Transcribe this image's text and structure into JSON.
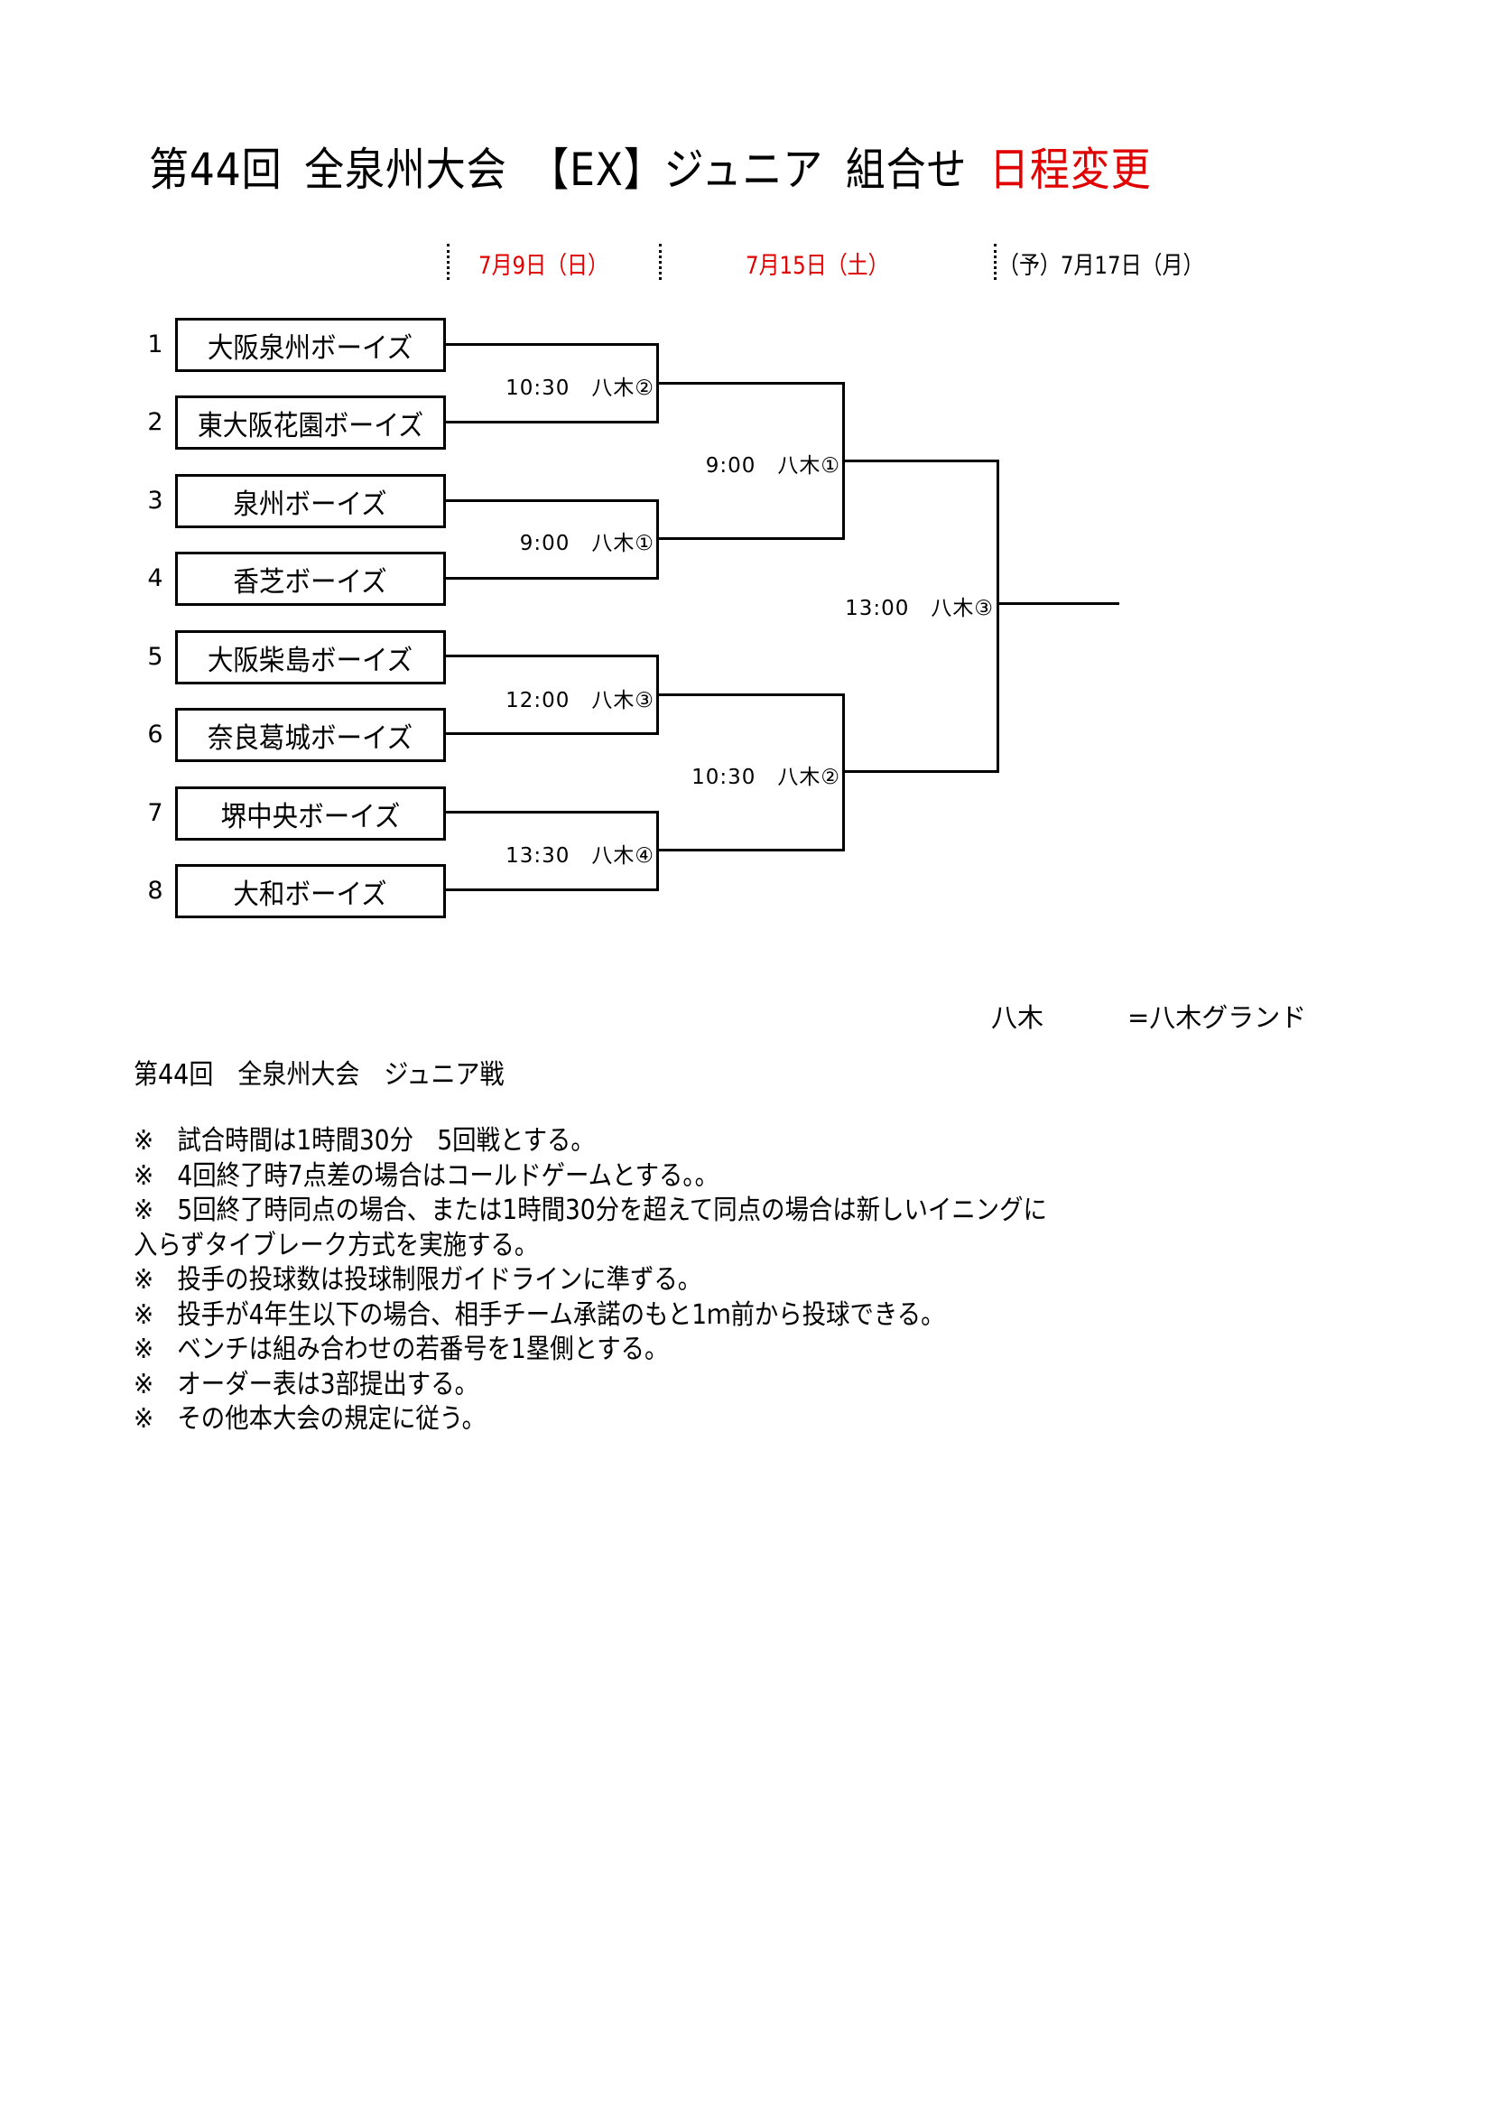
{
  "header": {
    "title_parts": [
      "第44回",
      "全泉州大会",
      "【EX】ジュニア",
      "組合せ"
    ],
    "title_highlight": "日程変更",
    "highlight_color": "#e00000"
  },
  "schedule": {
    "round1_date": "7月9日（日）",
    "round2_date": "7月15日（土）",
    "final_date": "（予）7月17日（月）"
  },
  "teams": [
    {
      "seed": "1",
      "name": "大阪泉州ボーイズ"
    },
    {
      "seed": "2",
      "name": "東大阪花園ボーイズ"
    },
    {
      "seed": "3",
      "name": "泉州ボーイズ"
    },
    {
      "seed": "4",
      "name": "香芝ボーイズ"
    },
    {
      "seed": "5",
      "name": "大阪柴島ボーイズ"
    },
    {
      "seed": "6",
      "name": "奈良葛城ボーイズ"
    },
    {
      "seed": "7",
      "name": "堺中央ボーイズ"
    },
    {
      "seed": "8",
      "name": "大和ボーイズ"
    }
  ],
  "matches": {
    "round1": [
      "10:30　八木②",
      "9:00　八木①",
      "12:00　八木③",
      "13:30　八木④"
    ],
    "round2": [
      "9:00　八木①",
      "10:30　八木②"
    ],
    "final": "13:00　八木③"
  },
  "legend": {
    "abbr": "八木",
    "meaning": "=八木グランド"
  },
  "rules": {
    "subtitle": "第44回　全泉州大会　ジュニア戦",
    "mark": "※",
    "items": [
      "試合時間は1時間30分　5回戦とする。",
      "4回終了時7点差の場合はコールドゲームとする。。",
      "5回終了時同点の場合、または1時間30分を超えて同点の場合は新しいイニングに",
      "入らずタイブレーク方式を実施する。",
      "投手の投球数は投球制限ガイドラインに準ずる。",
      "投手が4年生以下の場合、相手チーム承諾のもと1ｍ前から投球できる。",
      "ベンチは組み合わせの若番号を1塁側とする。",
      "オーダー表は3部提出する。",
      "その他本大会の規定に従う。"
    ]
  }
}
